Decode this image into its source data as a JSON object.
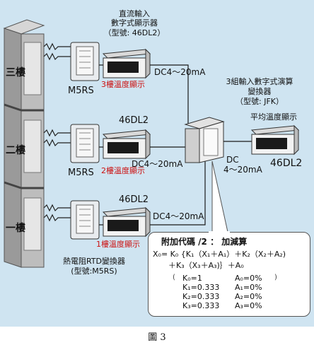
{
  "floors": {
    "third": "三樓",
    "second": "二樓",
    "first": "一樓"
  },
  "top_display": {
    "title_line1": "直流輸入",
    "title_line2": "數字式顯示器",
    "model": "（型號: 46DL2）"
  },
  "modules": {
    "m5rs_top": "M5RS",
    "m5rs_mid": "M5RS",
    "display_mid_label": "46DL2",
    "display_bot_label": "46DL2"
  },
  "signals": {
    "dc_top": "DC4～20mA",
    "dc_mid": "DC4～20mA",
    "dc_bot": "DC4～20mA",
    "dc_out_line1": "DC",
    "dc_out_line2": "4～20mA"
  },
  "temp_labels": {
    "third": "3樓溫度顯示",
    "second": "2樓溫度顯示",
    "first": "1樓溫度顯示",
    "average": "平均溫度顯示"
  },
  "calculator": {
    "line1": "3組輸入數字式演算",
    "line2": "變換器",
    "model": "（型號: JFK）"
  },
  "output_display_label": "46DL2",
  "rtd_converter": {
    "line1": "熱電阻RTD變換器",
    "line2": "(型號:M5RS)"
  },
  "formula": {
    "title": "附加代碼 /2 ： 加減算",
    "eq_line1": "X₀= K₀ {K₁（X₁＋A₁）＋K₂（X₂＋A₂)",
    "eq_line2": "＋K₃（X₃＋A₃)｝＋A₀",
    "params": [
      {
        "k": "K₀=1",
        "a": "A₀=0%"
      },
      {
        "k": "K₁=0.333",
        "a": "A₁=0%"
      },
      {
        "k": "K₂=0.333",
        "a": "A₂=0%"
      },
      {
        "k": "K₃=0.333",
        "a": "A₃=0%"
      }
    ]
  },
  "caption": "圖 3",
  "colors": {
    "background": "#cfe4f1",
    "building": "#8a8a8a",
    "wire": "#1a1a1a",
    "label_red": "#cc1111"
  }
}
